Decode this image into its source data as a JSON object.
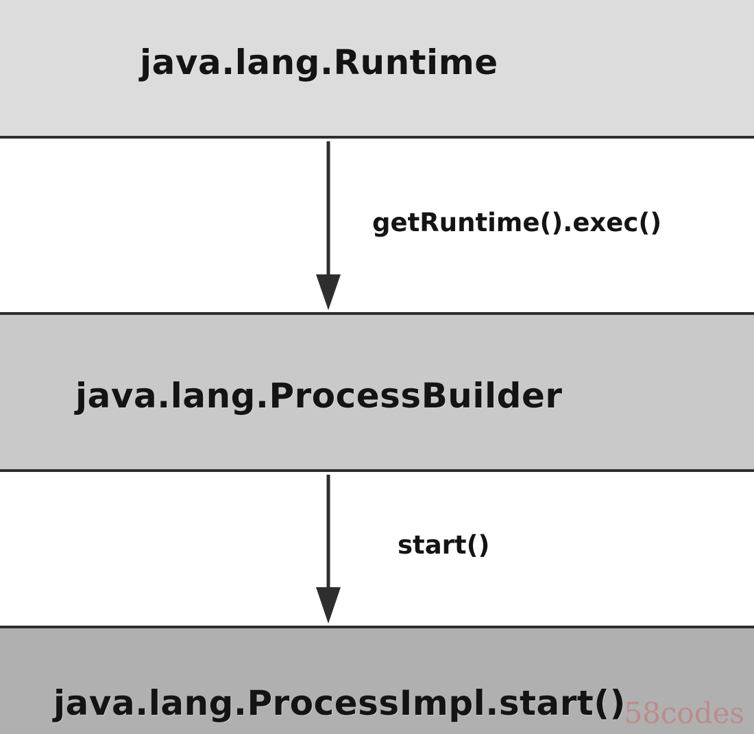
{
  "nodes": {
    "runtime": "java.lang.Runtime",
    "builder": "java.lang.ProcessBuilder",
    "impl": "java.lang.ProcessImpl.start()"
  },
  "edges": {
    "exec": "getRuntime().exec()",
    "start": "start()"
  },
  "watermark": "58codes",
  "colors": {
    "runtime_band": "#dcdcdc",
    "builder_band": "#c9c9c9",
    "impl_band": "#b0b0b0",
    "line": "#2e2e2e",
    "text": "#141414"
  }
}
